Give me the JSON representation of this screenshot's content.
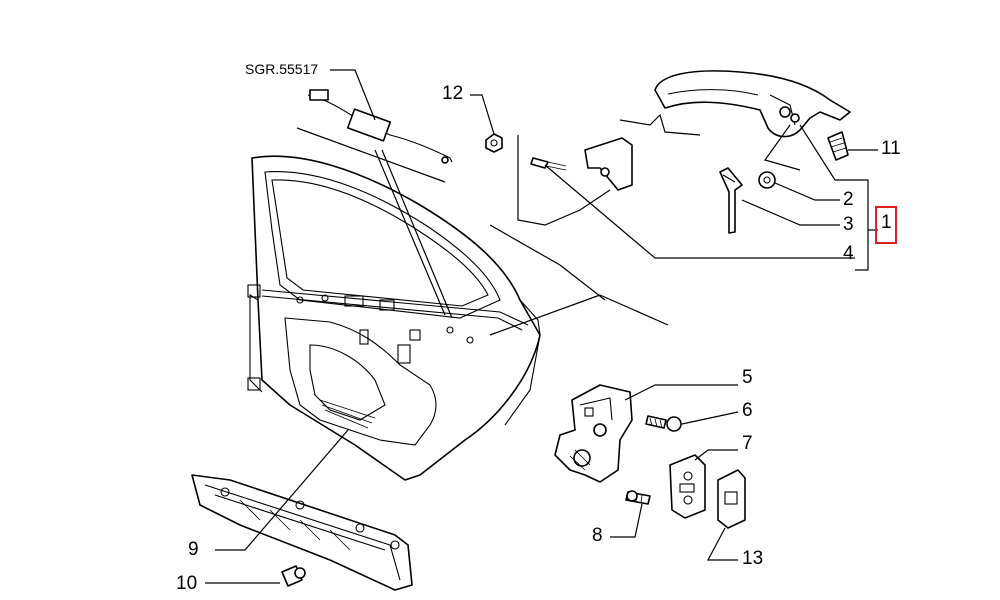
{
  "reference_code": "SGR.55517",
  "highlight_color": "#e02020",
  "callouts": {
    "c1": "1",
    "c2": "2",
    "c3": "3",
    "c4": "4",
    "c5": "5",
    "c6": "6",
    "c7": "7",
    "c8": "8",
    "c9": "9",
    "c10": "10",
    "c11": "11",
    "c12": "12",
    "c13": "13"
  }
}
